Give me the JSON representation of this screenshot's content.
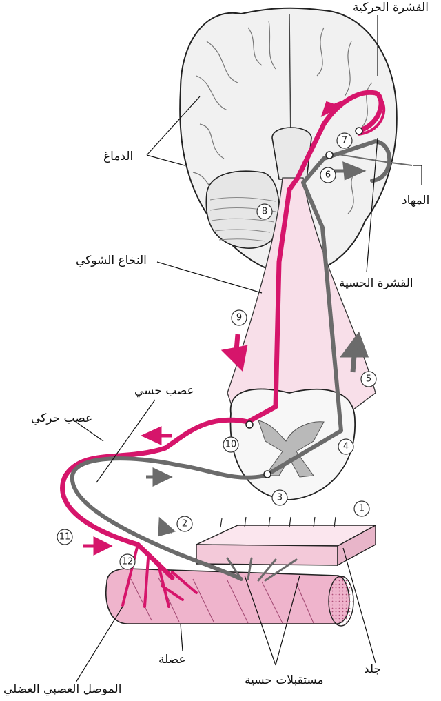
{
  "labels": {
    "motor_cortex": "القشرة الحركية",
    "brain": "الدماغ",
    "thalamus": "المهاد",
    "spinal_cord": "النخاع الشوكي",
    "sensory_cortex": "القشرة الحسية",
    "sensory_nerve": "عصب حسي",
    "motor_nerve": "عصب حركي",
    "skin": "جلد",
    "muscle": "عضلة",
    "sensory_receptors": "مستقبلات حسية",
    "neuromuscular_junction": "الموصل العصبي العضلي"
  },
  "steps": [
    "1",
    "2",
    "3",
    "4",
    "5",
    "6",
    "7",
    "8",
    "9",
    "10",
    "11",
    "12"
  ],
  "colors": {
    "motor_path": "#d6156b",
    "sensory_path": "#6b6b6b",
    "tract_fill": "#f8dfe9",
    "muscle_fill": "#efb4cc"
  }
}
